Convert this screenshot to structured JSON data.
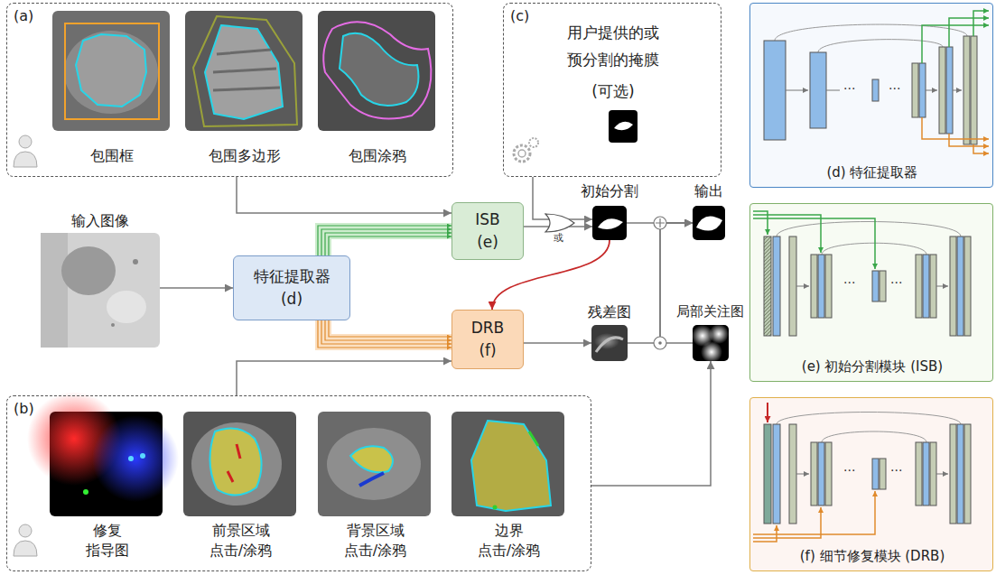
{
  "diagram": {
    "nodes": [
      {
        "text": [
          "(a)"
        ]
      },
      {
        "text": [
          "包围框"
        ],
        "in": 0
      },
      {
        "text": [
          "包围多边形"
        ],
        "in": 0
      },
      {
        "text": [
          "包围涂鸦"
        ],
        "in": 0
      },
      {
        "text": [
          "(c)",
          "用户提供的或 预分割的掩膜",
          "(可选)"
        ]
      },
      {
        "text": [
          "输入图像"
        ]
      },
      {
        "text": [
          "特征提取器",
          "(d)"
        ]
      },
      {
        "text": [
          "ISB",
          "(e)"
        ]
      },
      {
        "text": [
          "DRB",
          "(f)"
        ]
      },
      {
        "text": [
          "初始分割"
        ]
      },
      {
        "text": [
          "输出"
        ]
      },
      {
        "text": [
          "残差图"
        ]
      },
      {
        "text": [
          "局部关注图"
        ]
      },
      {
        "text": [
          "(b)"
        ]
      },
      {
        "text": [
          "修复 指导图"
        ],
        "in": 13
      },
      {
        "text": [
          "前景区域 点击/涂鸦"
        ],
        "in": 13
      },
      {
        "text": [
          "背景区域 点击/涂鸦"
        ],
        "in": 13
      },
      {
        "text": [
          "边界 点击/涂鸦"
        ],
        "in": 13
      },
      {
        "text": [
          "(d) 特征提取器"
        ]
      },
      {
        "text": [
          "(e) 初始分割模块 (ISB)"
        ]
      },
      {
        "text": [
          "(f) 细节修复模块 (DRB)"
        ]
      }
    ],
    "edges": [
      {
        "from": 0,
        "to": 7,
        "arrow": "to"
      },
      {
        "from": 5,
        "to": 6,
        "arrow": "to"
      },
      {
        "from": 6,
        "to": 7,
        "arrow": "to"
      },
      {
        "from": 6,
        "to": 8,
        "arrow": "to"
      },
      {
        "from": 7,
        "to": 9,
        "arrow": "to"
      },
      {
        "from": 4,
        "to": 9,
        "arrow": "to"
      },
      {
        "from": 9,
        "to": 10,
        "arrow": "to"
      },
      {
        "from": 9,
        "to": 8,
        "arrow": "to"
      },
      {
        "from": 8,
        "to": 11,
        "arrow": "to"
      },
      {
        "from": 11,
        "to": 10,
        "arrow": "to"
      },
      {
        "from": 12,
        "to": 10,
        "arrow": "to"
      },
      {
        "from": 13,
        "to": 8,
        "arrow": "to"
      },
      {
        "from": 13,
        "to": 12,
        "arrow": "to"
      }
    ],
    "labels": [
      "或",
      "···",
      "···",
      "···",
      "···",
      "···",
      "···"
    ]
  }
}
